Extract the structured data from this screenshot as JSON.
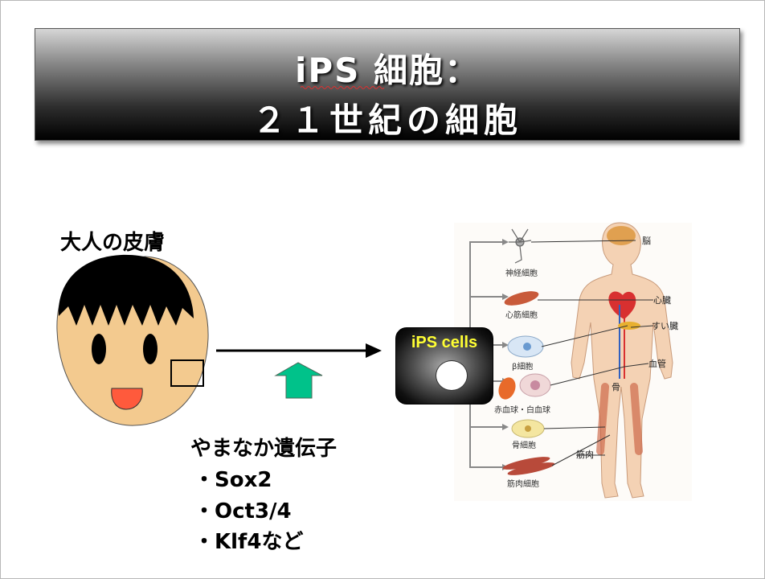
{
  "title": {
    "line1": "iPS 細胞：",
    "line2": "２１世紀の細胞"
  },
  "skin_label": "大人の皮膚",
  "genes": {
    "title": "やまなか遺伝子",
    "items": [
      "・Sox2",
      "・Oct3/4",
      "・Klf4など"
    ]
  },
  "ips": {
    "label": "iPS cells"
  },
  "cell_types": [
    "神経細胞",
    "心筋細胞",
    "β細胞",
    "赤血球・白血球",
    "骨細胞",
    "筋肉細胞"
  ],
  "organs": [
    "脳",
    "心臓",
    "すい臓",
    "血管",
    "骨",
    "筋肉"
  ],
  "colors": {
    "arrow": "#00c28a",
    "ips_text": "#ffff33",
    "face": "#f3ca8f",
    "hair": "#000000",
    "mouth": "#ff5a3c"
  }
}
